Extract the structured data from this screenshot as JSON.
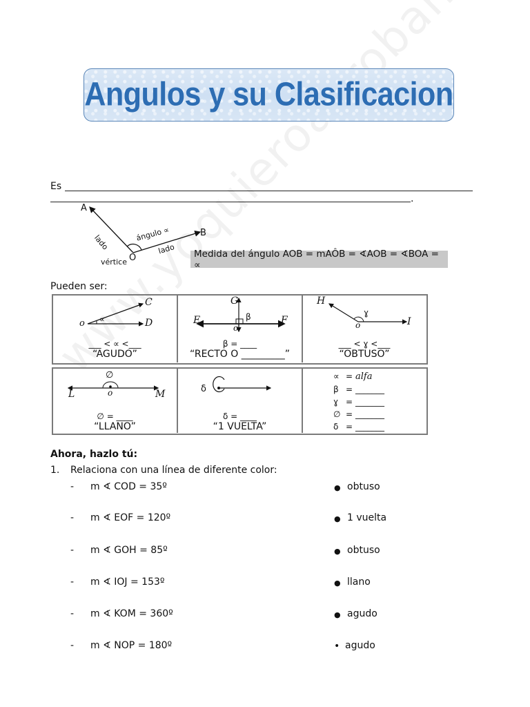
{
  "title": "Angulos y su Clasificacion",
  "watermark": "www.yoquieroaprobar.es",
  "definition": {
    "prefix": "Es",
    "end_mark": "."
  },
  "diagram_main": {
    "point_a": "A",
    "point_b": "B",
    "point_o": "O",
    "side_label_1": "lado",
    "side_label_2": "lado",
    "angle_label": "ángulo ∝",
    "vertex_label": "vértice"
  },
  "medida": "Medida del ángulo AOB = mAÔB = ∢AOB = ∢BOA =  ∝",
  "pueden_ser": "Pueden ser:",
  "types": [
    {
      "name": "agudo",
      "points": {
        "vertex": "o",
        "p1": "C",
        "p2": "D"
      },
      "symbol": "∝",
      "relation": "___ < ∝ <___",
      "label": "“AGUDO”"
    },
    {
      "name": "recto",
      "points": {
        "vertex": "o",
        "p1": "G",
        "p2": "E",
        "p3": "F"
      },
      "symbol": "β",
      "relation": "β = ____",
      "label": "“RECTO O _________”"
    },
    {
      "name": "obtuso",
      "points": {
        "vertex": "o",
        "p1": "H",
        "p2": "I"
      },
      "symbol": "ɣ",
      "relation": "___ < ɣ <___",
      "label": "“OBTUSO”"
    },
    {
      "name": "llano",
      "points": {
        "vertex": "o",
        "p1": "L",
        "p2": "M"
      },
      "symbol": "∅",
      "relation": "∅ = ____",
      "label": "“LLANO”"
    },
    {
      "name": "vuelta",
      "symbol": "δ",
      "relation": "δ = ____",
      "label": "“1 VUELTA”"
    }
  ],
  "greek_legend": [
    {
      "symbol": "∝",
      "eq": "=",
      "value": "alfa"
    },
    {
      "symbol": "β",
      "eq": "=",
      "value": "_______"
    },
    {
      "symbol": "ɣ",
      "eq": "=",
      "value": "_______"
    },
    {
      "symbol": "∅",
      "eq": "=",
      "value": "_______"
    },
    {
      "symbol": "δ",
      "eq": "=",
      "value": "_______"
    }
  ],
  "exercise": {
    "heading": "Ahora, hazlo tú:",
    "number": "1.",
    "instruction": "Relaciona con una línea de diferente color:",
    "left_items": [
      {
        "dash": "-",
        "text": "m  ∢ COD = 35º"
      },
      {
        "dash": "-",
        "text": "m  ∢ EOF = 120º"
      },
      {
        "dash": "-",
        "text": "m  ∢ GOH = 85º"
      },
      {
        "dash": "-",
        "text": "m ∢ IOJ = 153º"
      },
      {
        "dash": "-",
        "text": "m ∢ KOM = 360º"
      },
      {
        "dash": "-",
        "text": "m  ∢ NOP = 180º"
      }
    ],
    "right_items": [
      {
        "bullet": "●",
        "text": "obtuso"
      },
      {
        "bullet": "●",
        "text": "1 vuelta"
      },
      {
        "bullet": "●",
        "text": "obtuso"
      },
      {
        "bullet": "●",
        "text": "llano"
      },
      {
        "bullet": "●",
        "text": "agudo"
      },
      {
        "bullet": "•",
        "text": "agudo"
      }
    ]
  },
  "colors": {
    "title_text": "#2d6db3",
    "title_border": "#5a86b8",
    "title_bg": "#d5e4f4",
    "medida_bg": "#c8c8c8",
    "table_border": "#7a7a7a"
  }
}
